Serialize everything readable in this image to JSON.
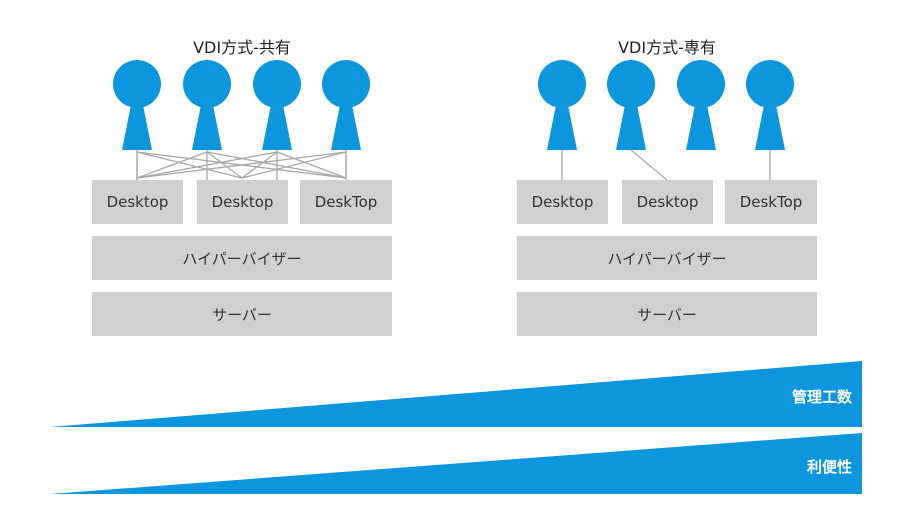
{
  "colors": {
    "person": "#0b96de",
    "box": "#d0d0d0",
    "line": "#a8a8a8",
    "wedge": "#0b96de"
  },
  "shared": {
    "title": "VDI方式-共有",
    "desktops": [
      "Desktop",
      "Desktop",
      "DeskTop"
    ],
    "hypervisor": "ハイパーバイザー",
    "server": "サーバー",
    "user_count": 4
  },
  "dedicated": {
    "title": "VDI方式-専有",
    "desktops": [
      "Desktop",
      "Desktop",
      "DeskTop"
    ],
    "hypervisor": "ハイパーバイザー",
    "server": "サーバー",
    "user_count": 4
  },
  "scales": {
    "management": "管理工数",
    "convenience": "利便性"
  }
}
